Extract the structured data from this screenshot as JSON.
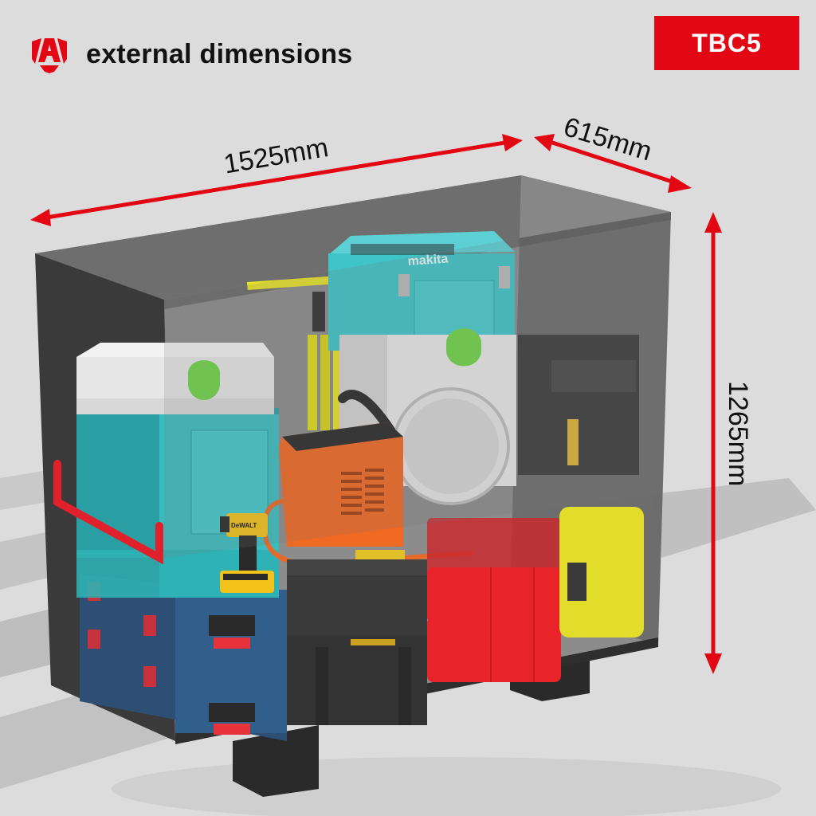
{
  "header": {
    "logo_icon": "armorgard-a-logo-icon",
    "title": "external dimensions"
  },
  "badge": {
    "model": "TBC5"
  },
  "dimensions": {
    "width": "1525mm",
    "depth": "615mm",
    "height": "1265mm"
  },
  "colors": {
    "accent_red": "#e30613",
    "background": "#dcdcdc",
    "chest_body": "#3a3a3a",
    "makita_teal": "#3fc4c8",
    "festool_white": "#ececec",
    "festool_green": "#6fd34a",
    "bosch_blue": "#2f5f8a",
    "orange_saw": "#f06a24",
    "dewalt_yellow": "#f2c21a",
    "red_cases": "#e8232a",
    "yellow_case": "#e2dc2a",
    "black_cases": "#3a3a3a"
  },
  "scene": {
    "product": "Tool storage chest (transparent render) with stored tool cases",
    "contents": [
      "Makita Makpac case (teal)",
      "Festool Systainer cases (white, green latch)",
      "Bosch L-Boxx cases (blue, red latches)",
      "DeWalt TSTAK cases (black, yellow latch)",
      "DeWalt impact driver",
      "Disc cutter / cut-off saw (orange)",
      "Yellow tripod",
      "Red cases stack",
      "Yellow case",
      "Red side handle"
    ]
  }
}
